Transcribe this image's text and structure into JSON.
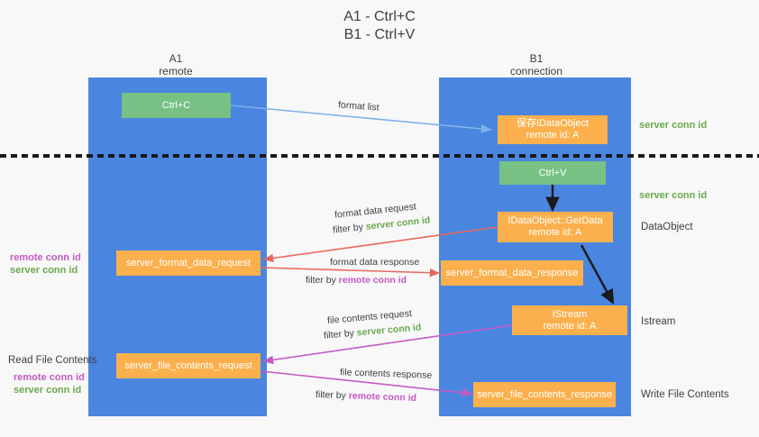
{
  "title": {
    "line1": "A1 - Ctrl+C",
    "line2": "B1 - Ctrl+V"
  },
  "columns": [
    {
      "id": "a1",
      "name": "A1",
      "role": "remote"
    },
    {
      "id": "b1",
      "name": "B1",
      "role": "connection"
    }
  ],
  "boxes": {
    "ctrl_c": "Ctrl+C",
    "ctrl_v": "Ctrl+V",
    "store_idataobject_l1": "保存IDataObject",
    "store_idataobject_l2": "remote id: A",
    "getdata_l1": "IDataObject::GetData",
    "getdata_l2": "remote id: A",
    "istream_l1": "IStream",
    "istream_l2": "remote id: A",
    "server_format_data_request": "server_format_data_request",
    "server_format_data_response": "server_format_data_response",
    "server_file_contents_request": "server_file_contents_request",
    "server_file_contents_response": "server_file_contents_response"
  },
  "right_labels": {
    "server_conn_id_top": "server conn id",
    "server_conn_id_mid": "server conn id",
    "dataobject": "DataObject",
    "istream": "Istream",
    "write_file_contents": "Write File Contents"
  },
  "left_labels": {
    "remote_conn_id_1": "remote conn id",
    "server_conn_id_1": "server conn id",
    "read_file_contents": "Read File Contents",
    "remote_conn_id_2": "remote conn id",
    "server_conn_id_2": "server conn id"
  },
  "arrow_labels": {
    "format_list": "format list",
    "format_data_request": "format data request",
    "filter_by_1_prefix": "filter by ",
    "filter_by_1_value": "server conn id",
    "format_data_response": "format data response",
    "filter_by_2_prefix": "filter by ",
    "filter_by_2_value": "remote conn id",
    "file_contents_request": "file contents request",
    "filter_by_3_prefix": "filter by ",
    "filter_by_3_value": "server conn id",
    "file_contents_response": "file contents response",
    "filter_by_4_prefix": "filter by ",
    "filter_by_4_value": "remote conn id"
  },
  "colors": {
    "column_blue": "#4a86e0",
    "box_green": "#76c183",
    "box_orange": "#fbb04d",
    "conn_green": "#6aa84f",
    "conn_magenta": "#c45ac4",
    "arrow_red": "#e8685f",
    "arrow_lightblue": "#7fb3e8",
    "arrow_black": "#1a1a1a",
    "background": "#f8f8f8"
  }
}
